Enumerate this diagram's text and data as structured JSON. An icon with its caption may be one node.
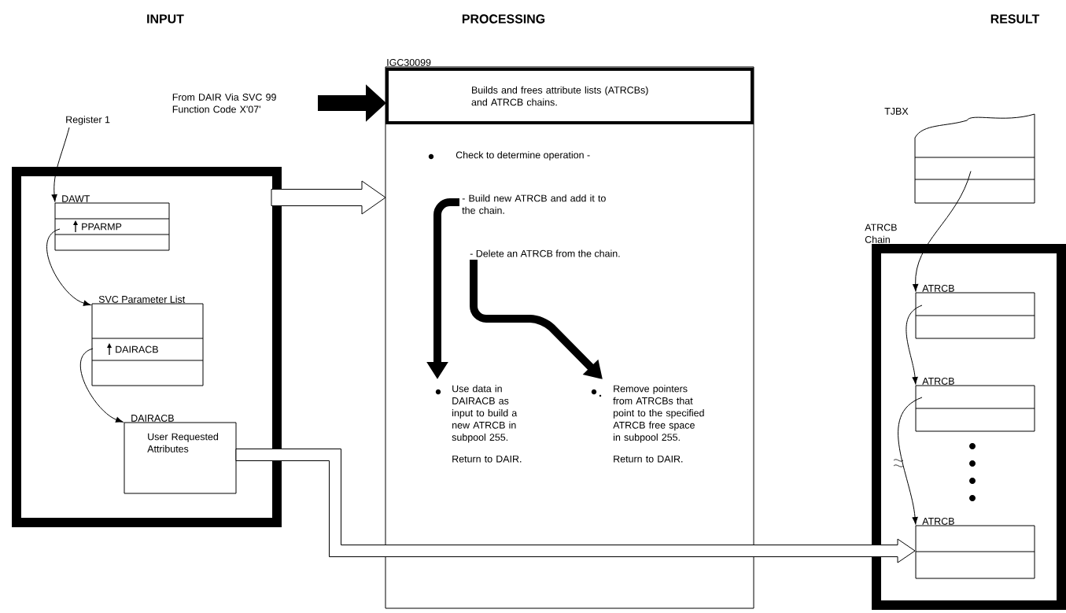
{
  "diagram": {
    "nodes": [
      {
        "text": [
          "From DAIR Via SVC 99 Function Code X'07'"
        ]
      },
      {
        "text": [
          "IGC30099"
        ]
      },
      {
        "text": [
          "Builds and frees attribute lists (ATRCBs) and ATRCB chains."
        ],
        "in": 1
      },
      {
        "text": [
          "Check to determine operation -"
        ],
        "in": 1
      },
      {
        "text": [
          "- Build new ATRCB and add it to the chain."
        ],
        "in": 1
      },
      {
        "text": [
          "- Delete an ATRCB from the chain."
        ],
        "in": 1
      },
      {
        "text": [
          "Use data in DAIRACB as input to build a new ATRCB in subpool 255.",
          "Return to DAIR."
        ],
        "in": 1
      },
      {
        "text": [
          "Remove pointers from ATRCBs that point to the specified ATRCB free space in subpool 255.",
          "Return to DAIR."
        ],
        "in": 1
      },
      {
        "text": [],
        "shape": "box"
      },
      {
        "text": [
          "Register 1"
        ]
      },
      {
        "text": [
          "DAWT",
          "PPARMP"
        ],
        "in": 8
      },
      {
        "text": [
          "SVC Parameter List",
          "DAIRACB"
        ],
        "in": 8
      },
      {
        "text": [
          "DAIRACB",
          "User Requested Attributes"
        ],
        "in": 8
      },
      {
        "text": [
          "TJBX"
        ]
      },
      {
        "text": [
          "ATRCB Chain"
        ]
      },
      {
        "text": [
          "ATRCB"
        ],
        "in": 14
      },
      {
        "text": [
          "ATRCB"
        ],
        "in": 14
      },
      {
        "text": [
          "ATRCB"
        ],
        "in": 14
      }
    ],
    "edges": [
      {
        "from": 0,
        "to": 2,
        "arrow": "to",
        "style": "thick"
      },
      {
        "from": 4,
        "to": 6,
        "arrow": "to",
        "style": "thick"
      },
      {
        "from": 5,
        "to": 7,
        "arrow": "to",
        "style": "thick"
      },
      {
        "from": 9,
        "to": 10,
        "arrow": "to"
      },
      {
        "from": 10,
        "to": 11,
        "arrow": "to"
      },
      {
        "from": 11,
        "to": 12,
        "arrow": "to"
      },
      {
        "from": 8,
        "to": 1,
        "arrow": "to",
        "color": "#ffffff"
      },
      {
        "from": 12,
        "to": 17,
        "arrow": "to",
        "color": "#ffffff"
      },
      {
        "from": 13,
        "to": 15,
        "arrow": "to"
      },
      {
        "from": 15,
        "to": 16,
        "arrow": "to"
      },
      {
        "from": 16,
        "to": 17,
        "arrow": "to"
      }
    ],
    "labels": [
      "INPUT",
      "PROCESSING",
      "RESULT"
    ]
  }
}
